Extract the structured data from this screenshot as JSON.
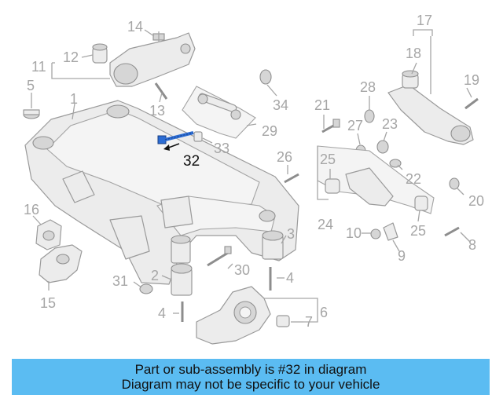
{
  "diagram": {
    "callouts": [
      {
        "id": "c1",
        "text": "1"
      },
      {
        "id": "c2",
        "text": "2"
      },
      {
        "id": "c3",
        "text": "3"
      },
      {
        "id": "c4a",
        "text": "4"
      },
      {
        "id": "c4b",
        "text": "4"
      },
      {
        "id": "c5",
        "text": "5"
      },
      {
        "id": "c6",
        "text": "6"
      },
      {
        "id": "c7",
        "text": "7"
      },
      {
        "id": "c8",
        "text": "8"
      },
      {
        "id": "c9",
        "text": "9"
      },
      {
        "id": "c10",
        "text": "10"
      },
      {
        "id": "c11",
        "text": "11"
      },
      {
        "id": "c12",
        "text": "12"
      },
      {
        "id": "c13",
        "text": "13"
      },
      {
        "id": "c14",
        "text": "14"
      },
      {
        "id": "c15",
        "text": "15"
      },
      {
        "id": "c16",
        "text": "16"
      },
      {
        "id": "c17",
        "text": "17"
      },
      {
        "id": "c18",
        "text": "18"
      },
      {
        "id": "c19",
        "text": "19"
      },
      {
        "id": "c20",
        "text": "20"
      },
      {
        "id": "c21",
        "text": "21"
      },
      {
        "id": "c22",
        "text": "22"
      },
      {
        "id": "c23",
        "text": "23"
      },
      {
        "id": "c24",
        "text": "24"
      },
      {
        "id": "c25a",
        "text": "25"
      },
      {
        "id": "c25b",
        "text": "25"
      },
      {
        "id": "c26",
        "text": "26"
      },
      {
        "id": "c27",
        "text": "27"
      },
      {
        "id": "c28",
        "text": "28"
      },
      {
        "id": "c29",
        "text": "29"
      },
      {
        "id": "c30",
        "text": "30"
      },
      {
        "id": "c31",
        "text": "31"
      },
      {
        "id": "c32",
        "text": "32"
      },
      {
        "id": "c33",
        "text": "33"
      },
      {
        "id": "c34",
        "text": "34"
      }
    ],
    "highlighted_part": "32",
    "highlight_color": "#2b6cd4"
  },
  "banner": {
    "line1": "Part or sub-assembly is #32 in diagram",
    "line2": "Diagram may not be specific to your vehicle",
    "background": "#5bbcf2"
  }
}
